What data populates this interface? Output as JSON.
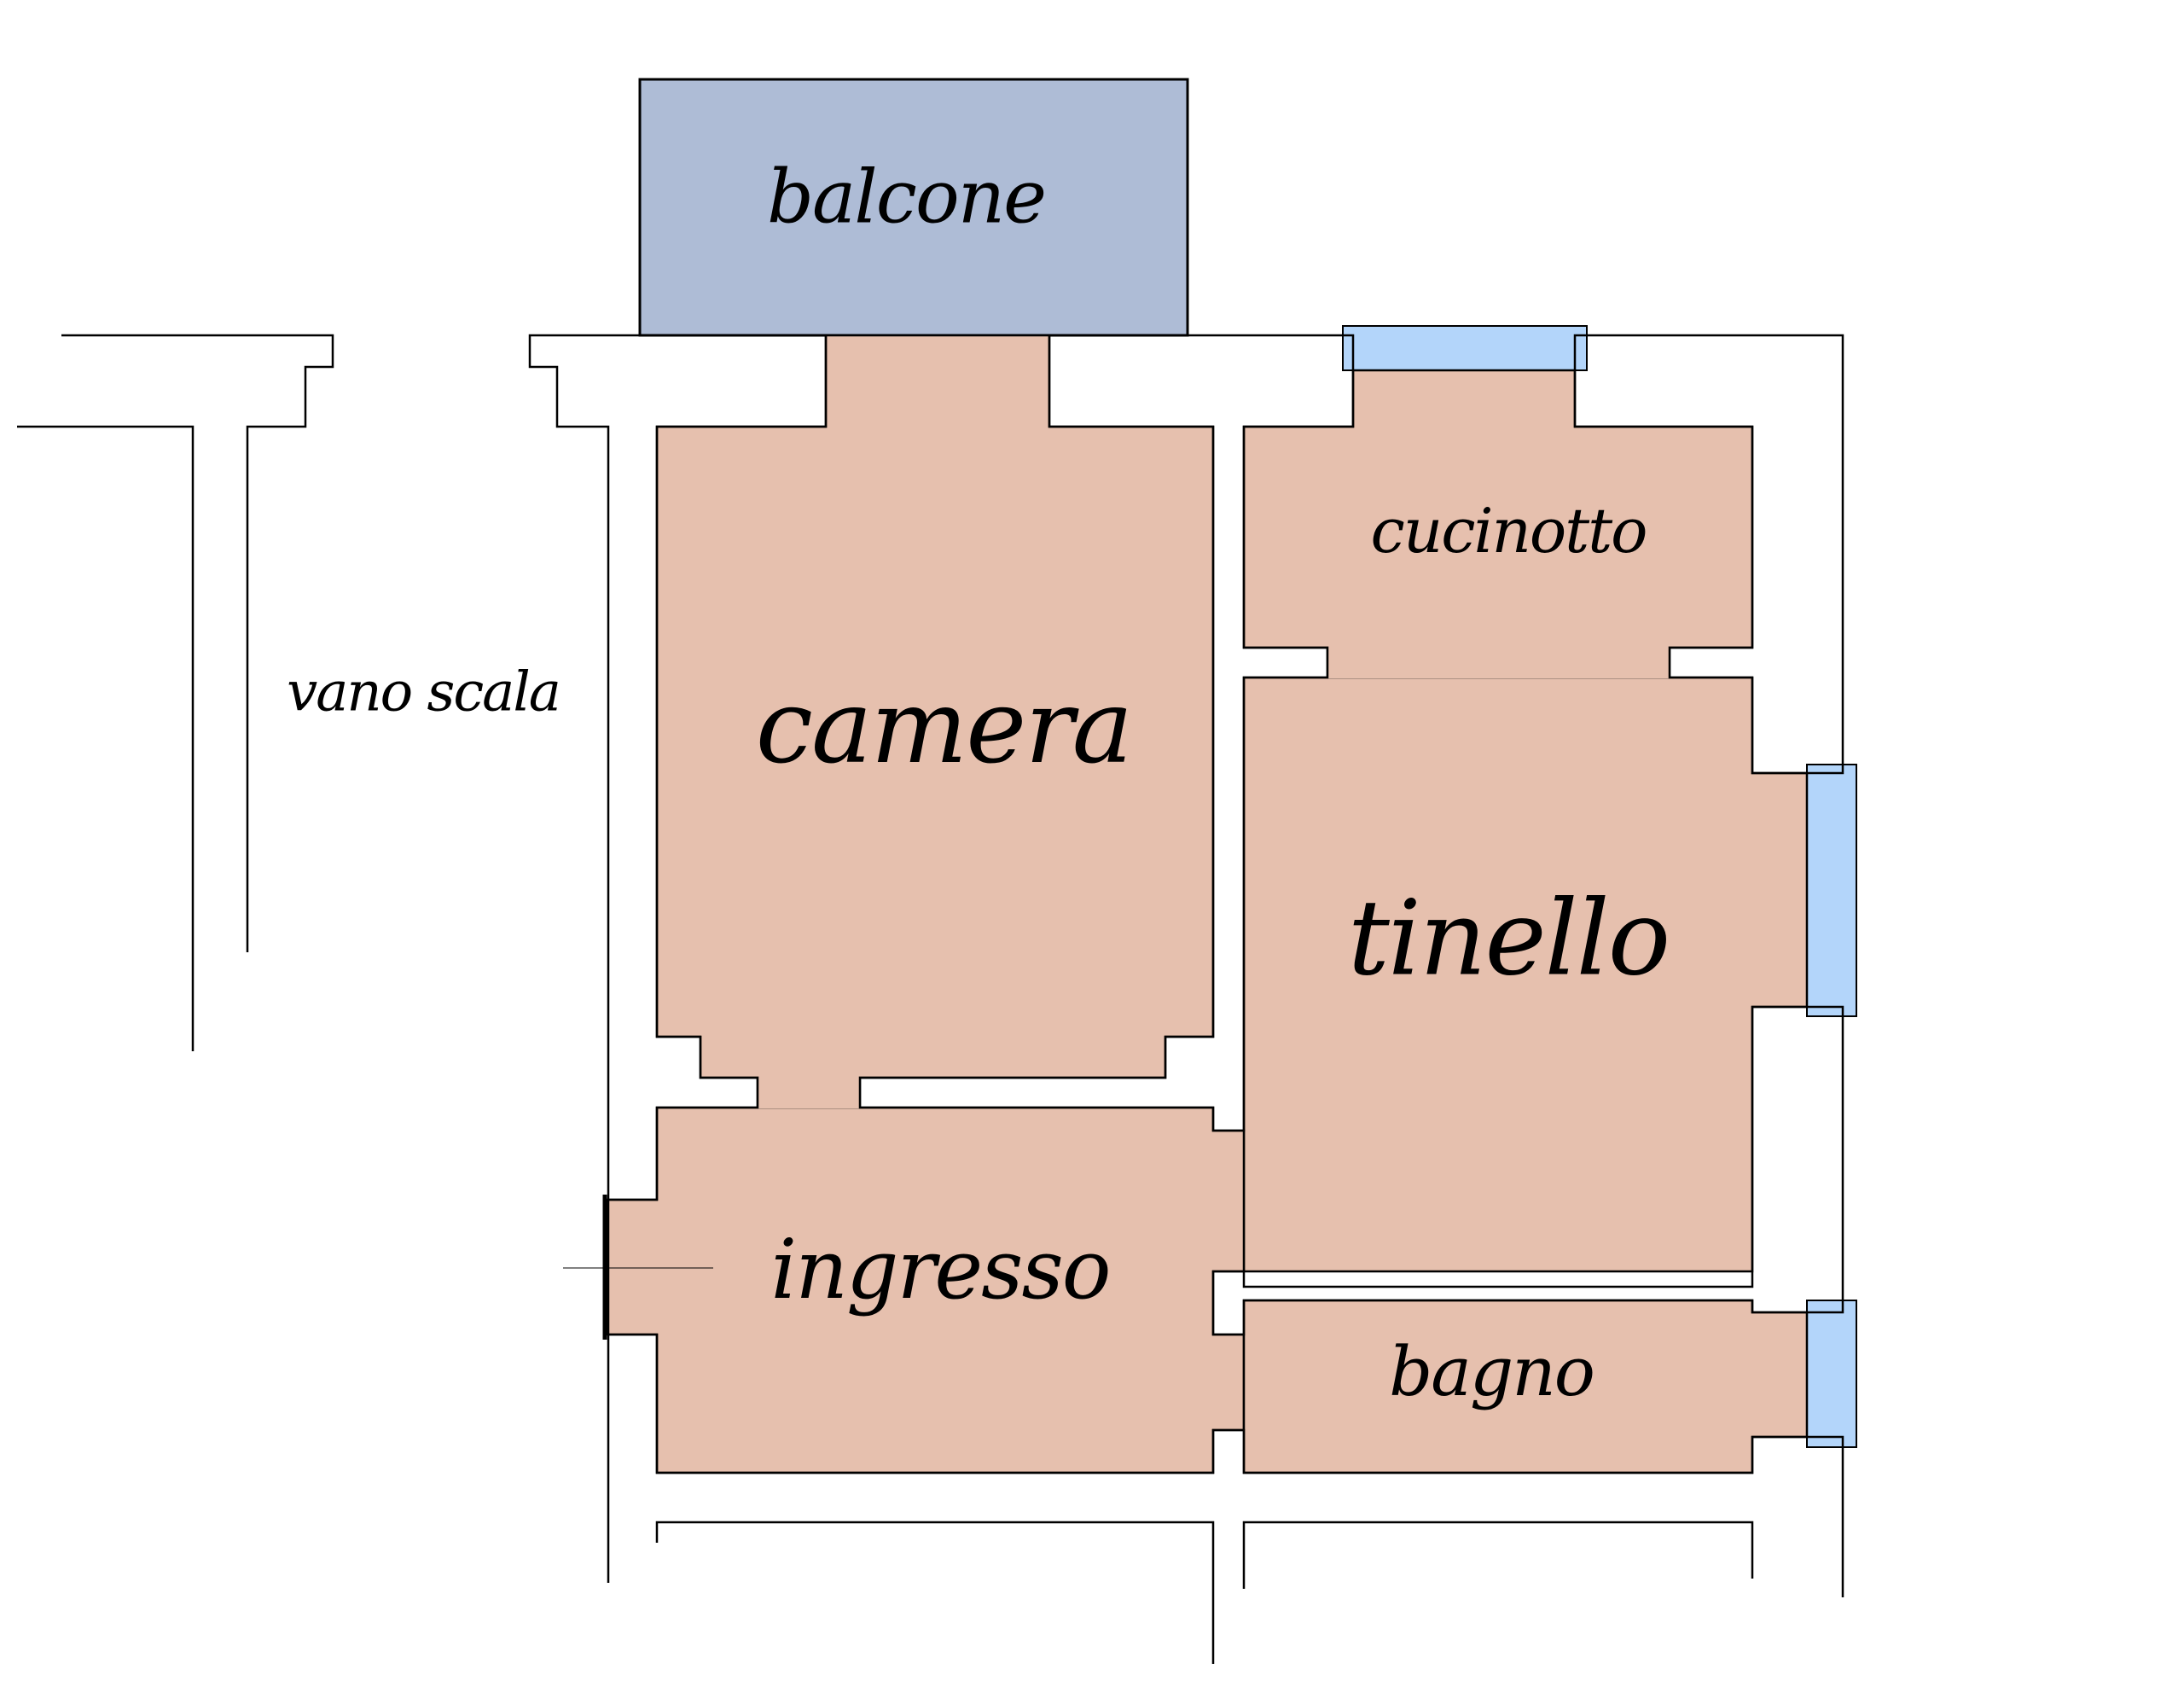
{
  "plan": {
    "rooms": {
      "balcone": "balcone",
      "camera": "camera",
      "cucinotto": "cucinotto",
      "tinello": "tinello",
      "ingresso": "ingresso",
      "bagno": "bagno",
      "vano_scala": "vano scala"
    },
    "colors": {
      "room_fill": "#E6C0AE",
      "balcony_fill": "#AEBCD6",
      "window_fill": "#B3D5FA",
      "wall_stroke": "#000000",
      "background": "#FFFFFF"
    }
  }
}
